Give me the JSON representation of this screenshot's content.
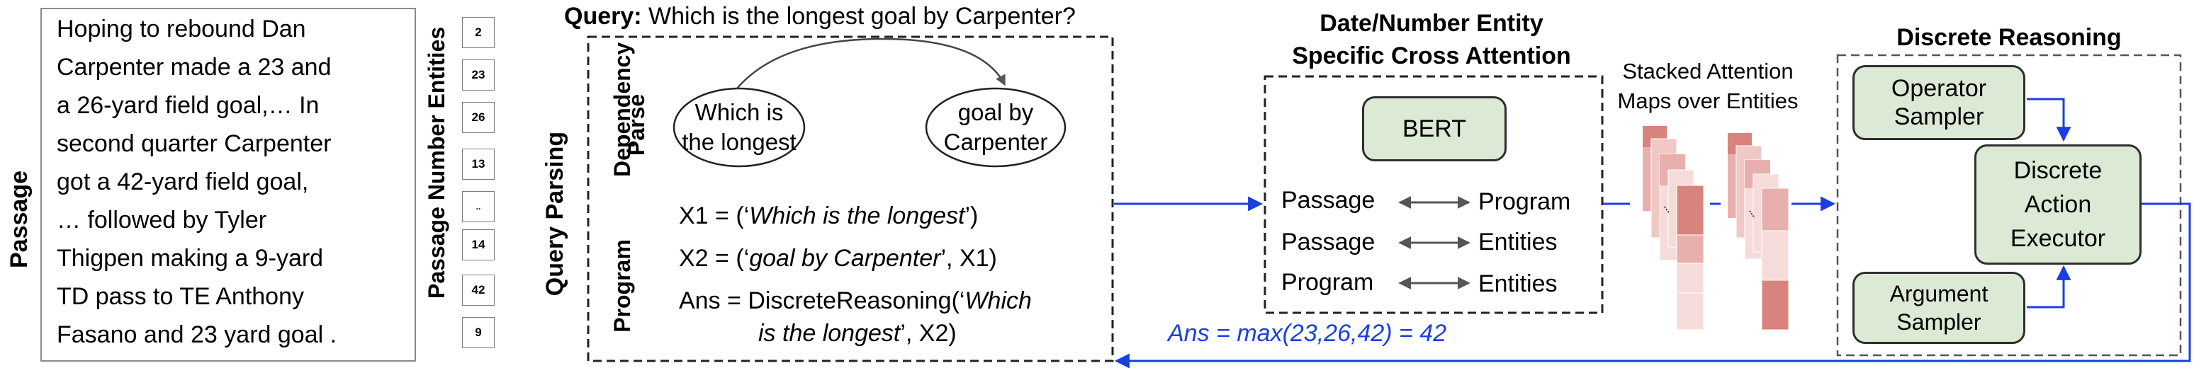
{
  "passage": {
    "label": "Passage",
    "lines": [
      "Hoping to rebound Dan",
      "Carpenter made a 23 and",
      "a 26-yard field goal,… In",
      "second quarter Carpenter",
      "got a 42-yard field goal,",
      "… followed by Tyler",
      "Thigpen making a 9-yard",
      "TD pass to TE Anthony",
      "Fasano and 23 yard goal ."
    ]
  },
  "entities": {
    "label": "Passage Number Entities",
    "values": [
      "2",
      "23",
      "26",
      "13",
      "..",
      "14",
      "42",
      "9"
    ]
  },
  "query": {
    "prefix": "Query:",
    "text": "Which is the longest goal by Carpenter?",
    "section_label": "Query Parsing",
    "dependency_label_1": "Dependency",
    "dependency_label_2": "Parse",
    "program_label": "Program",
    "node1": "Which is the longest",
    "node2": "goal by Carpenter",
    "x1_pre": "X1 = (‘",
    "x1_em": "Which is the longest",
    "x1_post": "’)",
    "x2_pre": "X2 = (‘",
    "x2_em": "goal by Carpenter",
    "x2_post": "’, X1)",
    "ans_pre": "Ans = DiscreteReasoning(‘",
    "ans_em1": "Which",
    "ans_em2": "is the longest",
    "ans_post": "’, X2)"
  },
  "attention": {
    "title_1": "Date/Number Entity",
    "title_2": "Specific Cross Attention",
    "bert": "BERT",
    "rows": [
      {
        "left": "Passage",
        "right": "Program"
      },
      {
        "left": "Passage",
        "right": "Entities"
      },
      {
        "left": "Program",
        "right": "Entities"
      }
    ]
  },
  "stacked": {
    "line1": "Stacked Attention",
    "line2": "Maps over Entities"
  },
  "reasoning": {
    "title": "Discrete Reasoning",
    "operator": "Operator Sampler",
    "executor": "Discrete Action Executor",
    "argument": "Argument Sampler"
  },
  "answer": "Ans = max(23,26,42) = 42",
  "colors": {
    "arrow_blue": "#1a3fe0",
    "green_fill": "#dcead5",
    "heat_dark": "#d9837f",
    "heat_mid": "#e8b0ad",
    "heat_light": "#f5dcda"
  }
}
